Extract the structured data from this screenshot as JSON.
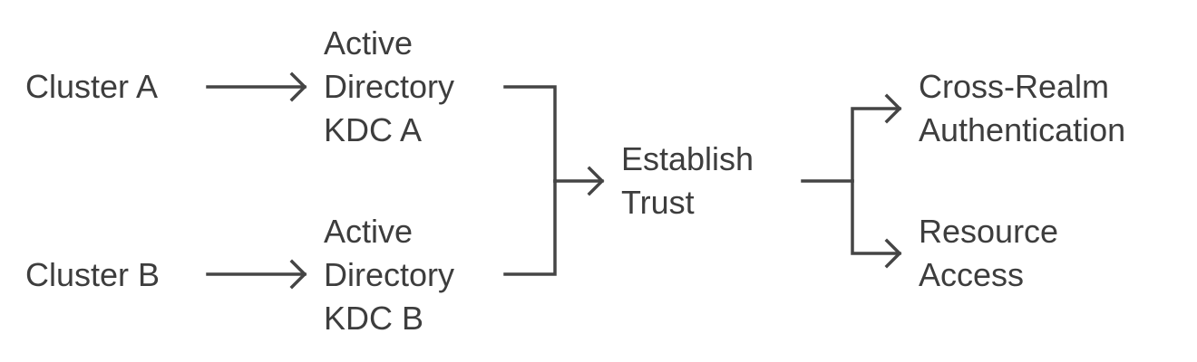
{
  "diagram": {
    "nodes": {
      "cluster_a": [
        "Cluster A"
      ],
      "cluster_b": [
        "Cluster B"
      ],
      "kdc_a": [
        "Active",
        "Directory",
        "KDC A"
      ],
      "kdc_b": [
        "Active",
        "Directory",
        "KDC B"
      ],
      "establish_trust": [
        "Establish",
        "Trust"
      ],
      "cross_realm": [
        "Cross-Realm",
        "Authentication"
      ],
      "resource_access": [
        "Resource",
        "Access"
      ]
    },
    "edges": [
      {
        "from": "cluster_a",
        "to": "kdc_a"
      },
      {
        "from": "cluster_b",
        "to": "kdc_b"
      },
      {
        "from": "kdc_a",
        "to": "establish_trust"
      },
      {
        "from": "kdc_b",
        "to": "establish_trust"
      },
      {
        "from": "establish_trust",
        "to": "cross_realm"
      },
      {
        "from": "establish_trust",
        "to": "resource_access"
      }
    ],
    "colors": {
      "text": "#3d3d3d",
      "connector": "#454545",
      "background": "#ffffff"
    }
  }
}
